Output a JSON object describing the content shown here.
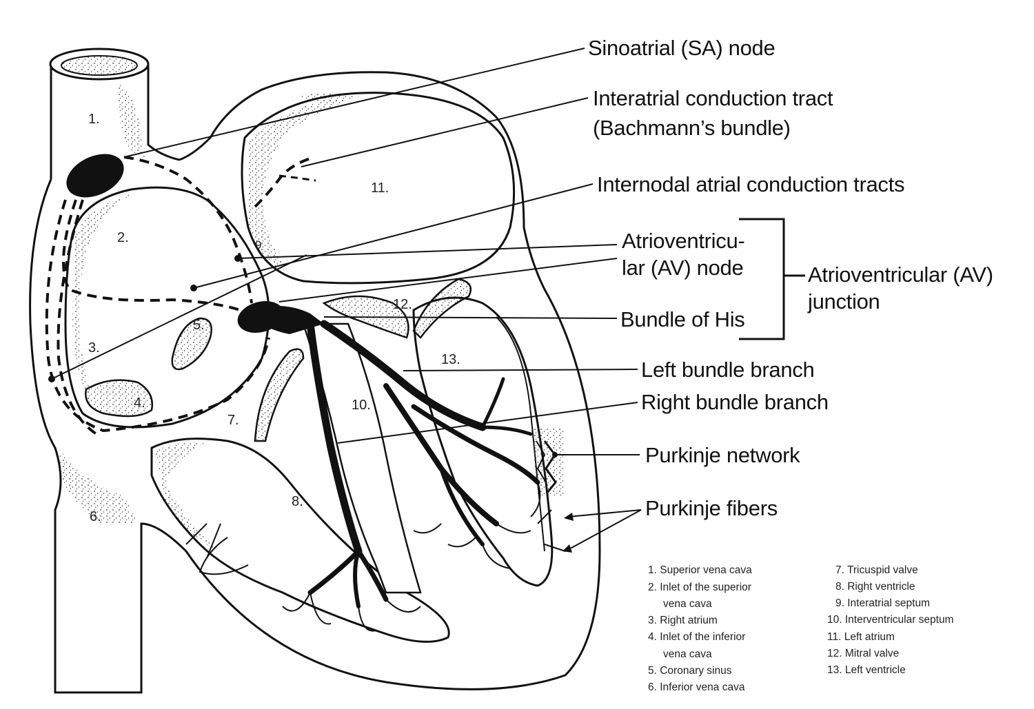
{
  "labels": {
    "sa_node": "Sinoatrial (SA) node",
    "interatrial_1": "Interatrial conduction tract",
    "interatrial_2": "(Bachmann’s bundle)",
    "internodal": "Internodal atrial conduction tracts",
    "av_node_1": "Atrioventricu-",
    "av_node_2": "lar (AV) node",
    "his": "Bundle of His",
    "junction_1": "Atrioventricular (AV)",
    "junction_2": "junction",
    "left_bb": "Left bundle branch",
    "right_bb": "Right bundle branch",
    "purkinje_network": "Purkinje network",
    "purkinje_fibers": "Purkinje fibers"
  },
  "numbers": [
    "1.",
    "2.",
    "3.",
    "4.",
    "5.",
    "6.",
    "7.",
    "8.",
    "9",
    "10.",
    "11.",
    "12.",
    "13."
  ],
  "legend": [
    "1. Superior vena cava",
    "2. Inlet of the superior",
    "vena cava",
    "3. Right atrium",
    "4. Inlet of the inferior",
    "vena cava",
    "5. Coronary sinus",
    "6. Inferior vena cava",
    "7. Tricuspid valve",
    "8. Right ventricle",
    "9. Interatrial septum",
    "10. Interventricular septum",
    "11. Left atrium",
    "12. Mitral valve",
    "13. Left ventricle"
  ]
}
